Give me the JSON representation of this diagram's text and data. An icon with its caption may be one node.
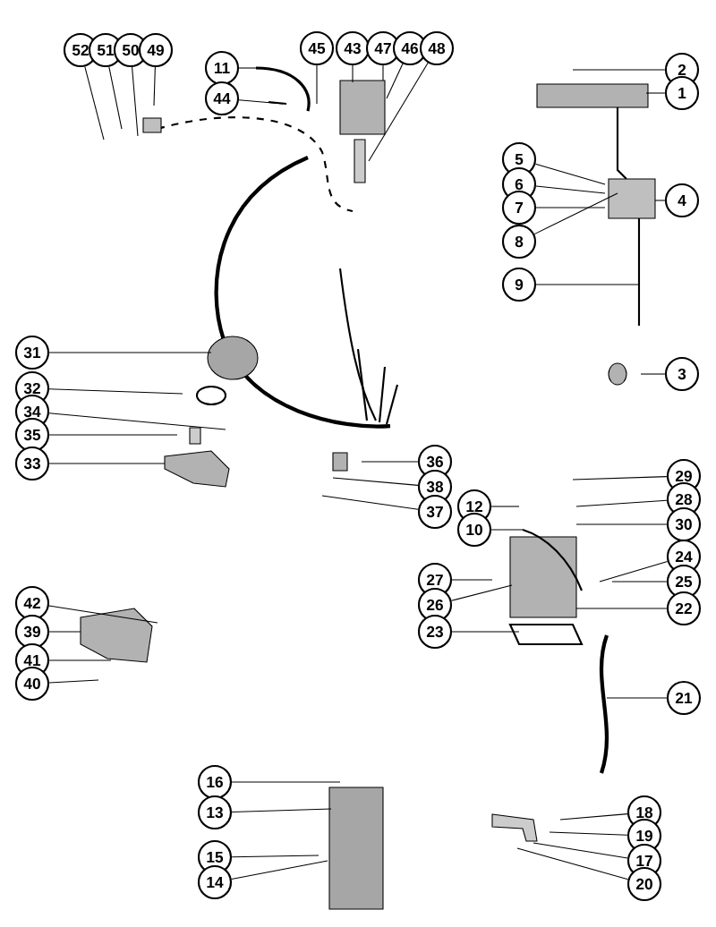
{
  "diagram": {
    "nodes": [
      {
        "text": [
          "52"
        ]
      },
      {
        "text": [
          "51"
        ]
      },
      {
        "text": [
          "50"
        ]
      },
      {
        "text": [
          "49"
        ]
      },
      {
        "text": [
          "11"
        ]
      },
      {
        "text": [
          "44"
        ]
      },
      {
        "text": [
          "45"
        ]
      },
      {
        "text": [
          "43"
        ]
      },
      {
        "text": [
          "47"
        ]
      },
      {
        "text": [
          "46"
        ]
      },
      {
        "text": [
          "48"
        ]
      },
      {
        "text": [
          "2"
        ]
      },
      {
        "text": [
          "1"
        ]
      },
      {
        "text": [
          "5"
        ]
      },
      {
        "text": [
          "6"
        ]
      },
      {
        "text": [
          "7"
        ]
      },
      {
        "text": [
          "4"
        ]
      },
      {
        "text": [
          "8"
        ]
      },
      {
        "text": [
          "9"
        ]
      },
      {
        "text": [
          "3"
        ]
      },
      {
        "text": [
          "31"
        ]
      },
      {
        "text": [
          "32"
        ]
      },
      {
        "text": [
          "34"
        ]
      },
      {
        "text": [
          "35"
        ]
      },
      {
        "text": [
          "33"
        ]
      },
      {
        "text": [
          "36"
        ]
      },
      {
        "text": [
          "38"
        ]
      },
      {
        "text": [
          "37"
        ]
      },
      {
        "text": [
          "29"
        ]
      },
      {
        "text": [
          "28"
        ]
      },
      {
        "text": [
          "30"
        ]
      },
      {
        "text": [
          "12"
        ]
      },
      {
        "text": [
          "10"
        ]
      },
      {
        "text": [
          "24"
        ]
      },
      {
        "text": [
          "25"
        ]
      },
      {
        "text": [
          "27"
        ]
      },
      {
        "text": [
          "26"
        ]
      },
      {
        "text": [
          "22"
        ]
      },
      {
        "text": [
          "23"
        ]
      },
      {
        "text": [
          "21"
        ]
      },
      {
        "text": [
          "42"
        ]
      },
      {
        "text": [
          "39"
        ]
      },
      {
        "text": [
          "41"
        ]
      },
      {
        "text": [
          "40"
        ]
      },
      {
        "text": [
          "16"
        ]
      },
      {
        "text": [
          "13"
        ]
      },
      {
        "text": [
          "15"
        ]
      },
      {
        "text": [
          "14"
        ]
      },
      {
        "text": [
          "18"
        ]
      },
      {
        "text": [
          "19"
        ]
      },
      {
        "text": [
          "17"
        ]
      },
      {
        "text": [
          "20"
        ]
      }
    ],
    "edges": [
      {
        "from": 0,
        "to": null,
        "arrow": "none"
      },
      {
        "from": 1,
        "to": null,
        "arrow": "none"
      },
      {
        "from": 2,
        "to": null,
        "arrow": "none"
      },
      {
        "from": 3,
        "to": null,
        "arrow": "none"
      },
      {
        "from": 4,
        "to": null,
        "arrow": "none"
      },
      {
        "from": 5,
        "to": null,
        "arrow": "none"
      },
      {
        "from": 6,
        "to": null,
        "arrow": "none"
      },
      {
        "from": 7,
        "to": null,
        "arrow": "none"
      },
      {
        "from": 8,
        "to": null,
        "arrow": "none"
      },
      {
        "from": 9,
        "to": null,
        "arrow": "none"
      },
      {
        "from": 10,
        "to": null,
        "arrow": "none"
      },
      {
        "from": 11,
        "to": null,
        "arrow": "none"
      },
      {
        "from": 12,
        "to": null,
        "arrow": "none"
      },
      {
        "from": 13,
        "to": null,
        "arrow": "none"
      },
      {
        "from": 14,
        "to": null,
        "arrow": "none"
      },
      {
        "from": 15,
        "to": null,
        "arrow": "none"
      },
      {
        "from": 16,
        "to": null,
        "arrow": "none"
      },
      {
        "from": 17,
        "to": null,
        "arrow": "none"
      },
      {
        "from": 18,
        "to": null,
        "arrow": "none"
      },
      {
        "from": 19,
        "to": null,
        "arrow": "none"
      },
      {
        "from": 20,
        "to": null,
        "arrow": "none"
      },
      {
        "from": 21,
        "to": null,
        "arrow": "none"
      },
      {
        "from": 22,
        "to": null,
        "arrow": "none"
      },
      {
        "from": 23,
        "to": null,
        "arrow": "none"
      },
      {
        "from": 24,
        "to": null,
        "arrow": "none"
      },
      {
        "from": 25,
        "to": null,
        "arrow": "none"
      },
      {
        "from": 26,
        "to": null,
        "arrow": "none"
      },
      {
        "from": 27,
        "to": null,
        "arrow": "none"
      },
      {
        "from": 28,
        "to": null,
        "arrow": "none"
      },
      {
        "from": 29,
        "to": null,
        "arrow": "none"
      },
      {
        "from": 30,
        "to": null,
        "arrow": "none"
      },
      {
        "from": 31,
        "to": null,
        "arrow": "none"
      },
      {
        "from": 32,
        "to": null,
        "arrow": "none"
      },
      {
        "from": 33,
        "to": null,
        "arrow": "none"
      },
      {
        "from": 34,
        "to": null,
        "arrow": "none"
      },
      {
        "from": 35,
        "to": null,
        "arrow": "none"
      },
      {
        "from": 36,
        "to": null,
        "arrow": "none"
      },
      {
        "from": 37,
        "to": null,
        "arrow": "none"
      },
      {
        "from": 38,
        "to": null,
        "arrow": "none"
      },
      {
        "from": 39,
        "to": null,
        "arrow": "none"
      },
      {
        "from": 40,
        "to": null,
        "arrow": "none"
      },
      {
        "from": 41,
        "to": null,
        "arrow": "none"
      },
      {
        "from": 42,
        "to": null,
        "arrow": "none"
      },
      {
        "from": 43,
        "to": null,
        "arrow": "none"
      },
      {
        "from": 44,
        "to": null,
        "arrow": "none"
      },
      {
        "from": 45,
        "to": null,
        "arrow": "none"
      },
      {
        "from": 46,
        "to": null,
        "arrow": "none"
      },
      {
        "from": 47,
        "to": null,
        "arrow": "none"
      },
      {
        "from": 48,
        "to": null,
        "arrow": "none"
      },
      {
        "from": 49,
        "to": null,
        "arrow": "none"
      },
      {
        "from": 50,
        "to": null,
        "arrow": "none"
      },
      {
        "from": 51,
        "to": null,
        "arrow": "none"
      }
    ]
  }
}
